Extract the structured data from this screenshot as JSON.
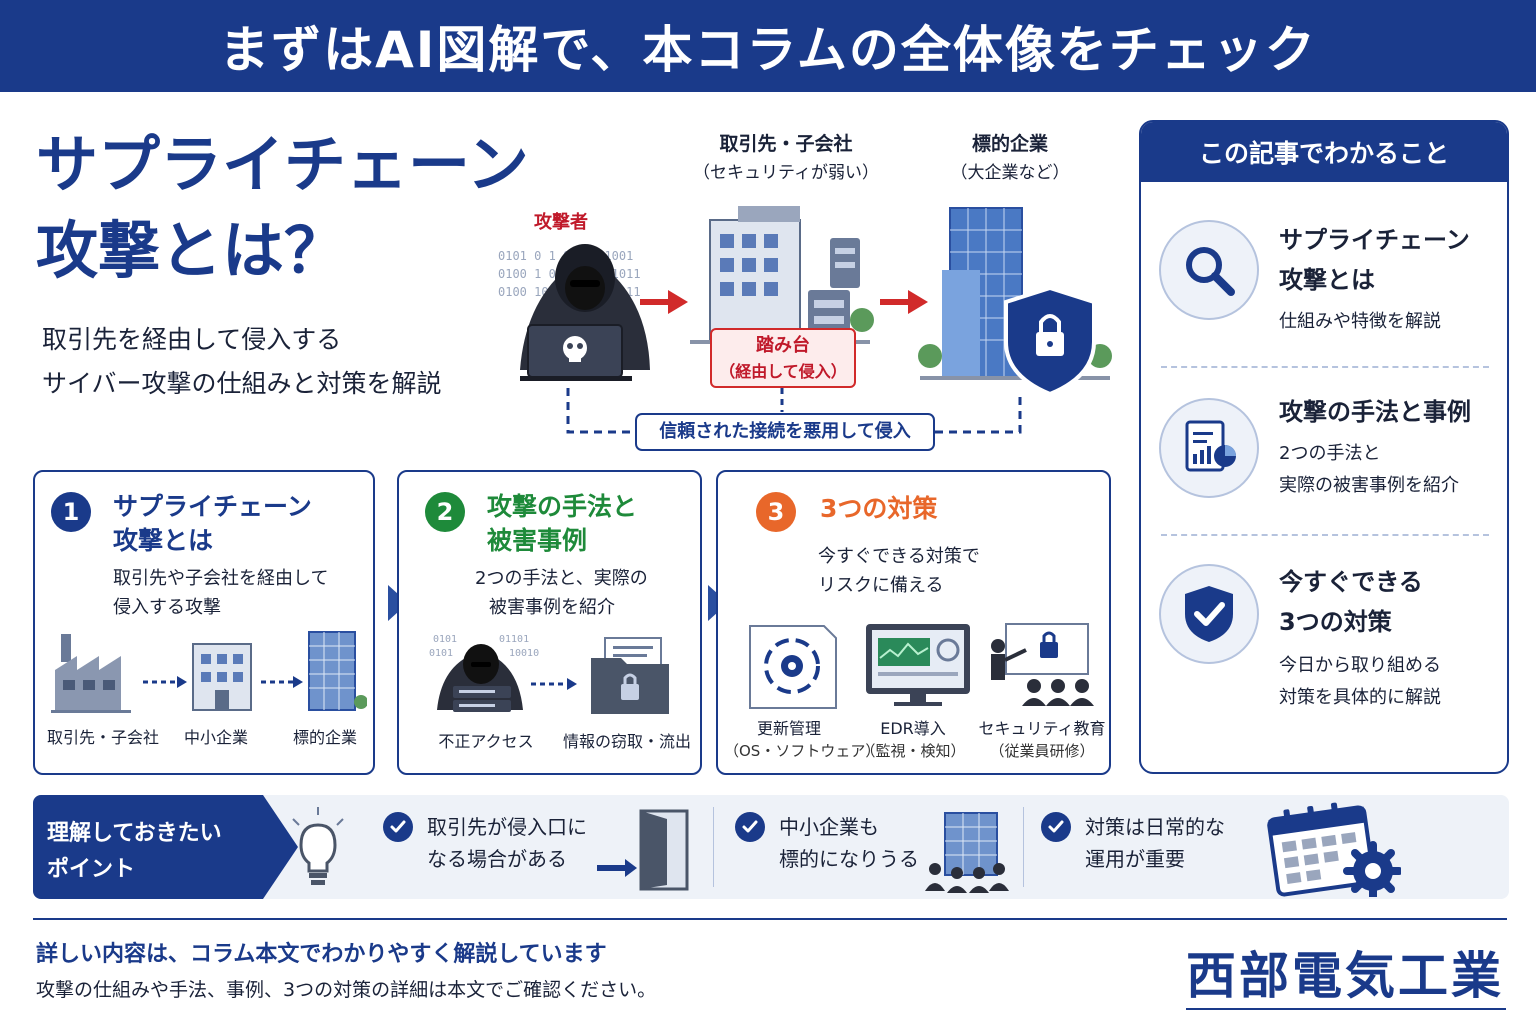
{
  "banner": {
    "title": "まずはAI図解で、本コラムの全体像をチェック"
  },
  "hero": {
    "title_line1": "サプライチェーン",
    "title_line2": "攻撃とは？",
    "lead_line1": "取引先を経由して侵入する",
    "lead_line2": "サイバー攻撃の仕組みと対策を解説"
  },
  "flow": {
    "attacker": "攻撃者",
    "partner_line1": "取引先・子会社",
    "partner_line2": "（セキュリティが弱い）",
    "target_line1": "標的企業",
    "target_line2": "（大企業など）",
    "stepping_line1": "踏み台",
    "stepping_line2": "（経由して侵入）",
    "trusted": "信頼された接続を悪用して侵入"
  },
  "side": {
    "header": "この記事でわかること",
    "items": [
      {
        "icon": "magnifier-icon",
        "title_line1": "サプライチェーン",
        "title_line2": "攻撃とは",
        "desc_line1": "仕組みや特徴を解説"
      },
      {
        "icon": "report-icon",
        "title_line1": "攻撃の手法と事例",
        "desc_line1": "2つの手法と",
        "desc_line2": "実際の被害事例を紹介"
      },
      {
        "icon": "shield-check-icon",
        "title_line1": "今すぐできる",
        "title_line2": "3つの対策",
        "desc_line1": "今日から取り組める",
        "desc_line2": "対策を具体的に解説"
      }
    ]
  },
  "cards": [
    {
      "num": "1",
      "color": "#1a3a8a",
      "title_line1": "サプライチェーン",
      "title_line2": "攻撃とは",
      "desc_line1": "取引先や子会社を経由して",
      "desc_line2": "侵入する攻撃",
      "captions": [
        "取引先・子会社",
        "中小企業",
        "標的企業"
      ]
    },
    {
      "num": "2",
      "color": "#1e8a3a",
      "title_line1": "攻撃の手法と",
      "title_line2": "被害事例",
      "desc_line1": "2つの手法と、実際の",
      "desc_line2": "被害事例を紹介",
      "captions": [
        "不正アクセス",
        "情報の窃取・流出"
      ]
    },
    {
      "num": "3",
      "color": "#e8672a",
      "title_line1": "3つの対策",
      "desc_line1": "今すぐできる対策で",
      "desc_line2": "リスクに備える",
      "captions": [
        "更新管理",
        "EDR導入",
        "セキュリティ教育"
      ],
      "subs": [
        "（OS・ソフトウェア）",
        "（監視・検知）",
        "（従業員研修）"
      ]
    }
  ],
  "points": {
    "label_line1": "理解しておきたい",
    "label_line2": "ポイント",
    "items": [
      {
        "line1": "取引先が侵入口に",
        "line2": "なる場合がある"
      },
      {
        "line1": "中小企業も",
        "line2": "標的になりうる"
      },
      {
        "line1": "対策は日常的な",
        "line2": "運用が重要"
      }
    ]
  },
  "footer": {
    "headline": "詳しい内容は、コラム本文でわかりやすく解説しています",
    "sub": "攻撃の仕組みや手法、事例、3つの対策の詳細は本文でご確認ください。",
    "company": "西部電気工業"
  }
}
